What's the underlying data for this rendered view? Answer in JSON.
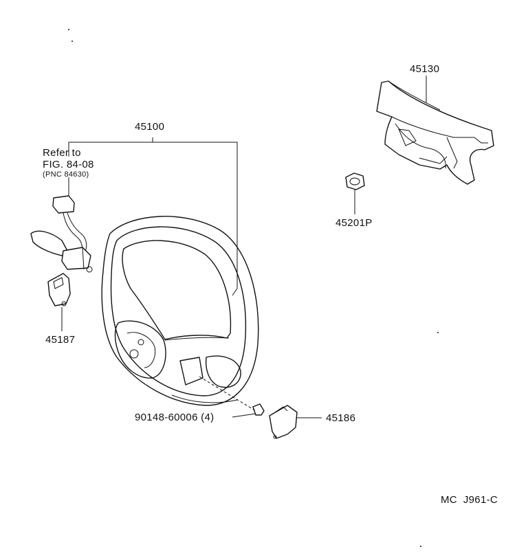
{
  "parts": {
    "steering_wheel": "45100",
    "airbag_pad": "45130",
    "nut": "45201P",
    "cover_lower": "45187",
    "bolt": "90148-60006 (4)",
    "cover_side": "45186"
  },
  "reference": {
    "line1": "Refer to",
    "line2": "FIG. 84-08",
    "line3": "(PNC 84630)"
  },
  "diagram_code": "MC  J961-C"
}
